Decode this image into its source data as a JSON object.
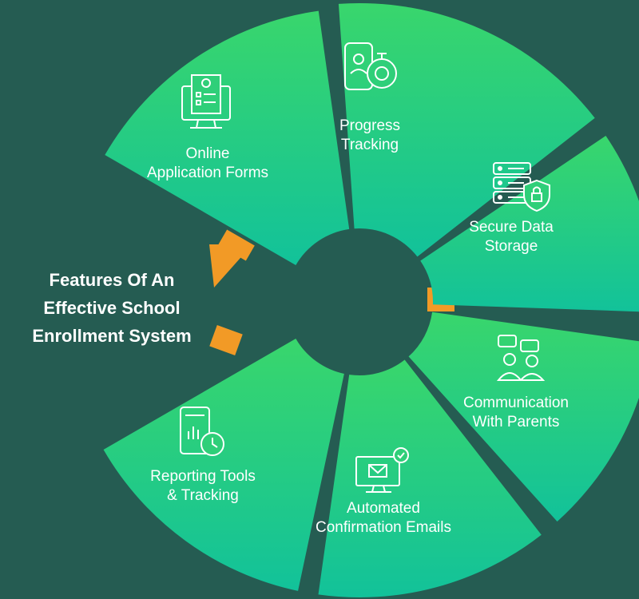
{
  "title_lines": [
    "Features Of An",
    "Effective School",
    "Enrollment System"
  ],
  "colors": {
    "background": "#255c52",
    "segment_top": "#39d66c",
    "segment_bottom": "#12c29a",
    "connector": "#f29a26",
    "icon": "#ffffff"
  },
  "features": [
    {
      "icon": "application-form-icon",
      "lines": [
        "Online",
        "Application Forms"
      ]
    },
    {
      "icon": "phone-stopwatch-icon",
      "lines": [
        "Progress",
        "Tracking"
      ]
    },
    {
      "icon": "server-lock-icon",
      "lines": [
        "Secure Data",
        "Storage"
      ]
    },
    {
      "icon": "parents-chat-icon",
      "lines": [
        "Communication",
        "With Parents"
      ]
    },
    {
      "icon": "monitor-email-icon",
      "lines": [
        "Automated",
        "Confirmation Emails"
      ]
    },
    {
      "icon": "tablet-chart-clock-icon",
      "lines": [
        "Reporting Tools",
        "& Tracking"
      ]
    }
  ]
}
